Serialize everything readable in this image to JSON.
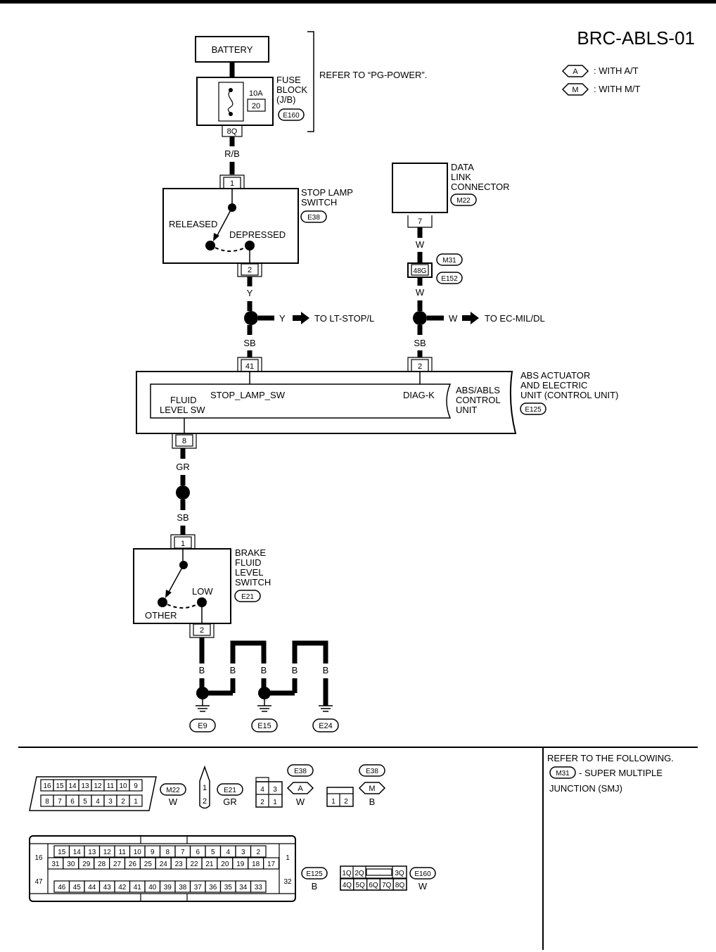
{
  "title": "BRC-ABLS-01",
  "legend": [
    {
      "code": "A",
      "text": ": WITH A/T"
    },
    {
      "code": "M",
      "text": ": WITH M/T"
    }
  ],
  "battery": "BATTERY",
  "fuse_block": {
    "line1": "FUSE",
    "line2": "BLOCK",
    "line3": "(J/B)",
    "conn": "E160",
    "amp": "10A",
    "fuse_no": "20",
    "terminal": "8Q"
  },
  "refer_power": "REFER TO “PG-POWER”.",
  "wire_rb": "R/B",
  "stop_lamp": {
    "line1": "STOP LAMP",
    "line2": "SWITCH",
    "conn": "E38",
    "released": "RELEASED",
    "depressed": "DEPRESSED",
    "pin_top": "1",
    "pin_bottom": "2"
  },
  "data_link": {
    "line1": "DATA",
    "line2": "LINK",
    "line3": "CONNECTOR",
    "conn": "M22",
    "pin": "7"
  },
  "wires": {
    "y": "Y",
    "w1": "W",
    "w2": "W",
    "sb1": "SB",
    "sb2": "SB",
    "gr": "GR",
    "sb3": "SB",
    "y_branch": "Y",
    "w_branch": "W"
  },
  "joint": {
    "pin": "48G",
    "conn1": "M31",
    "conn2": "E152"
  },
  "to_lt_stop": "TO LT-STOP/L",
  "to_ec_mil": "TO EC-MIL/DL",
  "abs_unit": {
    "line1": "ABS ACTUATOR",
    "line2": "AND ELECTRIC",
    "line3": "UNIT (CONTROL UNIT)",
    "conn": "E125",
    "inner1": "ABS/ABLS",
    "inner2": "CONTROL",
    "inner3": "UNIT",
    "stop_lamp_sw": "STOP_LAMP_SW",
    "diag_k": "DIAG-K",
    "fluid1": "FLUID",
    "fluid2": "LEVEL SW",
    "pin_41": "41",
    "pin_2": "2",
    "pin_8": "8"
  },
  "brake_fluid": {
    "line1": "BRAKE",
    "line2": "FLUID",
    "line3": "LEVEL",
    "line4": "SWITCH",
    "conn": "E21",
    "low": "LOW",
    "other": "OTHER",
    "pin_top": "1",
    "pin_bottom": "2"
  },
  "grounds": {
    "b1": "B",
    "b2": "B",
    "b3": "B",
    "b4": "B",
    "b5": "B",
    "g1": "E9",
    "g2": "E15",
    "g3": "E24"
  },
  "refer_following": "REFER TO THE FOLLOWING.",
  "smj_code": "M31",
  "smj_text1": "- SUPER MULTIPLE",
  "smj_text2": "JUNCTION (SMJ)",
  "connectors": {
    "m22": {
      "code": "M22",
      "color": "W",
      "row1": [
        "16",
        "15",
        "14",
        "13",
        "12",
        "11",
        "10",
        "9"
      ],
      "row2": [
        "8",
        "7",
        "6",
        "5",
        "4",
        "3",
        "2",
        "1"
      ]
    },
    "e21": {
      "code": "E21",
      "color": "GR",
      "pins": [
        "1",
        "2"
      ]
    },
    "e38a": {
      "code": "E38",
      "tag": "A",
      "color": "W",
      "row1": [
        "4",
        "3"
      ],
      "row2": [
        "2",
        "1"
      ]
    },
    "e38m": {
      "code": "E38",
      "tag": "M",
      "color": "B",
      "pins": [
        "1",
        "2"
      ]
    },
    "e125": {
      "code": "E125",
      "color": "B",
      "row1": [
        "15",
        "14",
        "13",
        "12",
        "11",
        "10",
        "9",
        "8",
        "7",
        "6",
        "5",
        "4",
        "3",
        "2"
      ],
      "row2": [
        "31",
        "30",
        "29",
        "28",
        "27",
        "26",
        "25",
        "24",
        "23",
        "22",
        "21",
        "20",
        "19",
        "18",
        "17"
      ],
      "row3": [
        "46",
        "45",
        "44",
        "43",
        "42",
        "41",
        "40",
        "39",
        "38",
        "37",
        "36",
        "35",
        "34",
        "33"
      ],
      "left_top": "16",
      "left_bottom": "47",
      "right_top": "1",
      "right_bottom": "32"
    },
    "e160": {
      "code": "E160",
      "color": "W",
      "row1": [
        "1Q",
        "2Q",
        "3Q"
      ],
      "row2": [
        "4Q",
        "5Q",
        "6Q",
        "7Q",
        "8Q"
      ]
    }
  }
}
